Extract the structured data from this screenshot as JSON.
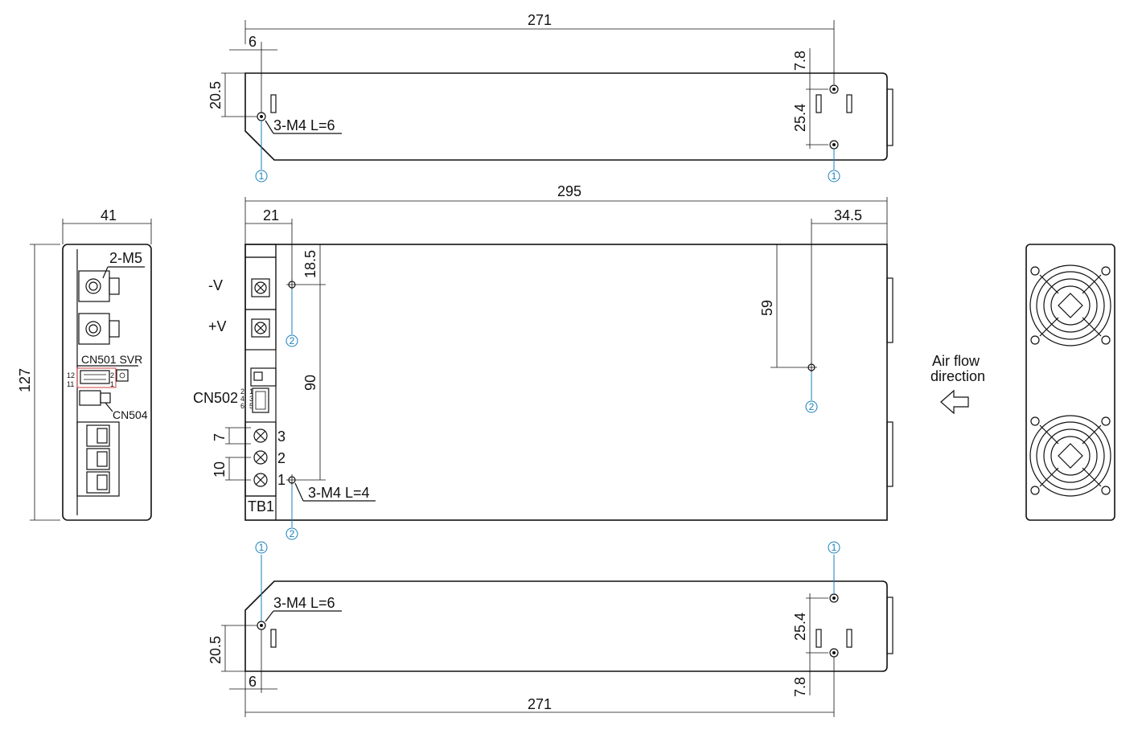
{
  "dimensions": {
    "top_width": "271",
    "top_offset": "6",
    "top_hole_from_top": "7.8",
    "top_side_hole": "20.5",
    "top_hole_pitch": "25.4",
    "top_screw": "3-M4  L=6",
    "length": "295",
    "end_offset_left": "21",
    "end_offset_right": "34.5",
    "front_hole_top": "18.5",
    "front_hole_spacing": "90",
    "rear_hole_drop": "59",
    "front_screw": "3-M4  L=4",
    "tb_pitch_small": "7",
    "tb_pitch_large": "10",
    "side_width": "41",
    "height": "127",
    "side_screw": "2-M5",
    "bottom_screw": "3-M4  L=6",
    "bottom_side_hole": "20.5",
    "bottom_hole_pitch": "25.4",
    "bottom_hole_from_edge": "7.8",
    "bottom_offset": "6",
    "bottom_width": "271"
  },
  "labels": {
    "neg_v": "-V",
    "pos_v": "+V",
    "cn502": "CN502",
    "cn501_svr": "CN501 SVR",
    "cn504": "CN504",
    "tb1": "TB1",
    "airflow_line1": "Air flow",
    "airflow_line2": "direction"
  },
  "pins": {
    "cn501_left_top": "12",
    "cn501_left_bottom": "11",
    "cn501_right_top": "2",
    "cn501_right_bottom": "1",
    "cn502_left": [
      "2",
      "4",
      "6"
    ],
    "cn502_right": [
      "1",
      "3",
      "5"
    ],
    "tb1_terms": [
      "3",
      "2",
      "1"
    ]
  },
  "markers": {
    "mount_1": "1",
    "mount_2": "2"
  },
  "colors": {
    "line": "#111111",
    "marker": "#1a7fb8",
    "highlight": "#d04040"
  }
}
